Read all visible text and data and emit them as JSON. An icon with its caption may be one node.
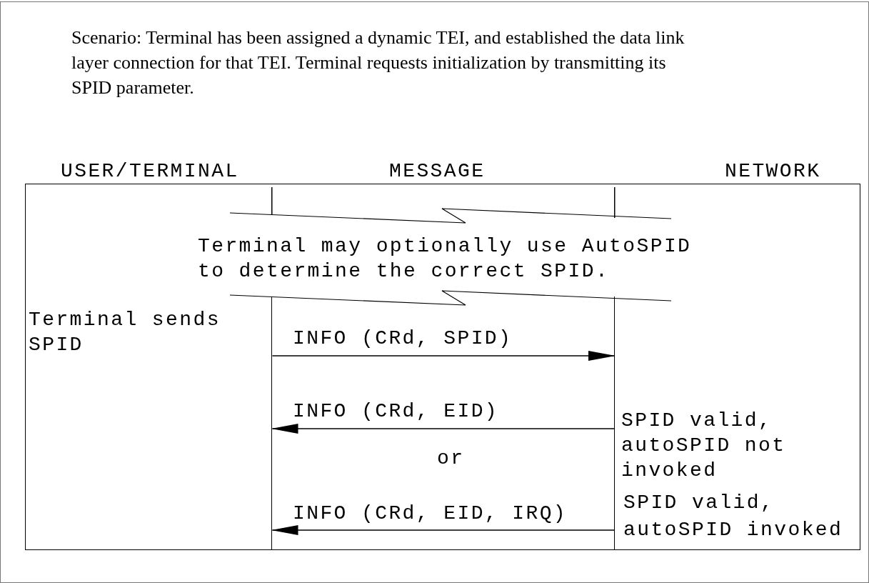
{
  "diagram": {
    "nodes": [
      {
        "text": [],
        "shape": "bar"
      },
      {
        "text": [],
        "shape": "bar"
      }
    ],
    "edges": [
      {
        "from": 0,
        "to": 1,
        "arrow": "to",
        "label": "INFO (CRd, SPID)"
      },
      {
        "from": 1,
        "to": 0,
        "arrow": "to",
        "label": "INFO (CRd, EID)"
      },
      {
        "from": 1,
        "to": 0,
        "arrow": "to",
        "label": "INFO (CRd, EID, IRQ)"
      }
    ],
    "labels": [
      "Scenario: Terminal has been assigned a dynamic TEI, and established the data link layer connection for that TEI. Terminal requests initialization by transmitting its SPID parameter.",
      "USER/TERMINAL",
      "MESSAGE",
      "NETWORK",
      "Terminal may optionally use AutoSPID to determine the correct SPID.",
      "Terminal sends SPID",
      "or",
      "SPID valid, autoSPID not invoked",
      "SPID valid, autoSPID invoked"
    ]
  }
}
